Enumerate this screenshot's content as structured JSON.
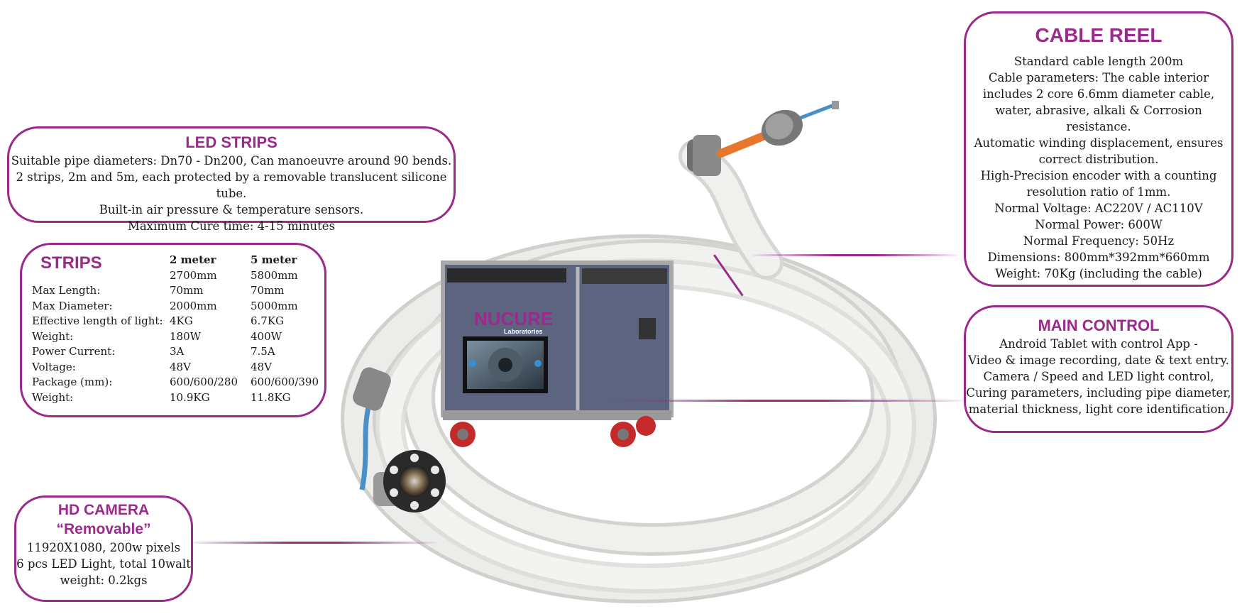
{
  "led_strips": {
    "title": "LED STRIPS",
    "lines": [
      "Suitable pipe diameters: Dn70 - Dn200, Can manoeuvre around 90 bends.",
      "2 strips, 2m and 5m, each protected by a removable translucent silicone tube.",
      "Built-in air pressure & temperature sensors.",
      "Maximum Cure time:  4-15 minutes"
    ]
  },
  "strips": {
    "title": "STRIPS",
    "col1_header": "2 meter",
    "col2_header": "5 meter",
    "rows": [
      {
        "label": "",
        "v1": "2700mm",
        "v2": "5800mm"
      },
      {
        "label": "Max Length:",
        "v1": "70mm",
        "v2": "70mm"
      },
      {
        "label": "Max Diameter:",
        "v1": "2000mm",
        "v2": "5000mm"
      },
      {
        "label": "Effective length of light:",
        "v1": "4KG",
        "v2": "6.7KG"
      },
      {
        "label": "Weight:",
        "v1": "180W",
        "v2": "400W"
      },
      {
        "label": "Power Current:",
        "v1": "3A",
        "v2": "7.5A"
      },
      {
        "label": "Voltage:",
        "v1": "48V",
        "v2": "48V"
      },
      {
        "label": "Package (mm):",
        "v1": "600/600/280",
        "v2": "600/600/390"
      },
      {
        "label": "Weight:",
        "v1": "10.9KG",
        "v2": "11.8KG"
      }
    ]
  },
  "hd_camera": {
    "title": "HD CAMERA",
    "subtitle": "“Removable”",
    "lines": [
      "11920X1080, 200w pixels",
      "6 pcs LED Light, total 10walt",
      "weight: 0.2kgs"
    ]
  },
  "cable_reel": {
    "title": "CABLE REEL",
    "lines": [
      "Standard cable length 200m",
      "Cable parameters: The cable interior",
      "includes 2 core 6.6mm diameter cable,",
      "water, abrasive, alkali & Corrosion resistance.",
      "Automatic winding displacement, ensures",
      "correct distribution.",
      "High-Precision encoder with a counting",
      "resolution ratio of 1mm.",
      "Normal Voltage: AC220V / AC110V",
      "Normal Power: 600W",
      "Normal Frequency: 50Hz",
      "Dimensions: 800mm*392mm*660mm",
      "Weight: 70Kg (including the cable)"
    ]
  },
  "main_control": {
    "title": "MAIN CONTROL",
    "lines": [
      "Android Tablet with control App -",
      "Video & image recording, date & text entry.",
      "Camera / Speed and LED light control,",
      "Curing parameters, including pipe diameter,",
      "material thickness, light core identification."
    ]
  },
  "logo": {
    "brand": "NUCURE",
    "sub": "Laboratories"
  },
  "colors": {
    "accent": "#9b2a8c",
    "cable_orange": "#e8772e",
    "cable_blue": "#4a90c8",
    "hose": "#e6e6e2",
    "cart": "#636a86"
  }
}
